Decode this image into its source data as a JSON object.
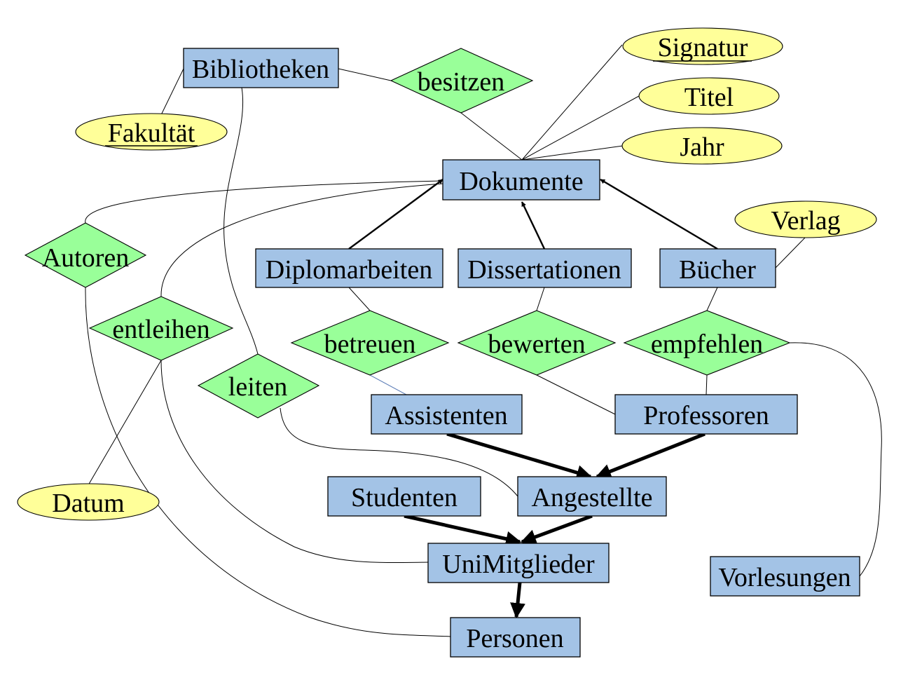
{
  "entities": {
    "bibliotheken": "Bibliotheken",
    "dokumente": "Dokumente",
    "diplomarbeiten": "Diplomarbeiten",
    "dissertationen": "Dissertationen",
    "buecher": "Bücher",
    "assistenten": "Assistenten",
    "professoren": "Professoren",
    "studenten": "Studenten",
    "angestellte": "Angestellte",
    "unimitglieder": "UniMitglieder",
    "personen": "Personen",
    "vorlesungen": "Vorlesungen"
  },
  "relationships": {
    "besitzen": "besitzen",
    "autoren": "Autoren",
    "entleihen": "entleihen",
    "leiten": "leiten",
    "betreuen": "betreuen",
    "bewerten": "bewerten",
    "empfehlen": "empfehlen"
  },
  "attributes": {
    "fakultaet": "Fakultät",
    "signatur": "Signatur",
    "titel": "Titel",
    "jahr": "Jahr",
    "verlag": "Verlag",
    "datum": "Datum"
  },
  "key_attributes": [
    "Fakultät",
    "Signatur"
  ],
  "colors": {
    "entity": "#a3c3e6",
    "relationship": "#99ff99",
    "attribute": "#ffff99"
  }
}
